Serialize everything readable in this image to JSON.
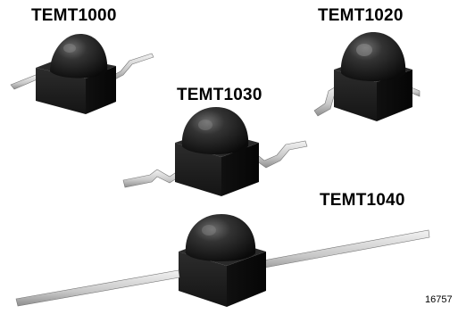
{
  "labels": {
    "temt1000": "TEMT1000",
    "temt1020": "TEMT1020",
    "temt1030": "TEMT1030",
    "temt1040": "TEMT1040"
  },
  "figure_number": "16757",
  "colors": {
    "body_dark": "#1d1d1d",
    "body_side": "#0c0c0c",
    "lead_light": "#d9d9d9",
    "lead_shadow": "#8a8a8a"
  }
}
